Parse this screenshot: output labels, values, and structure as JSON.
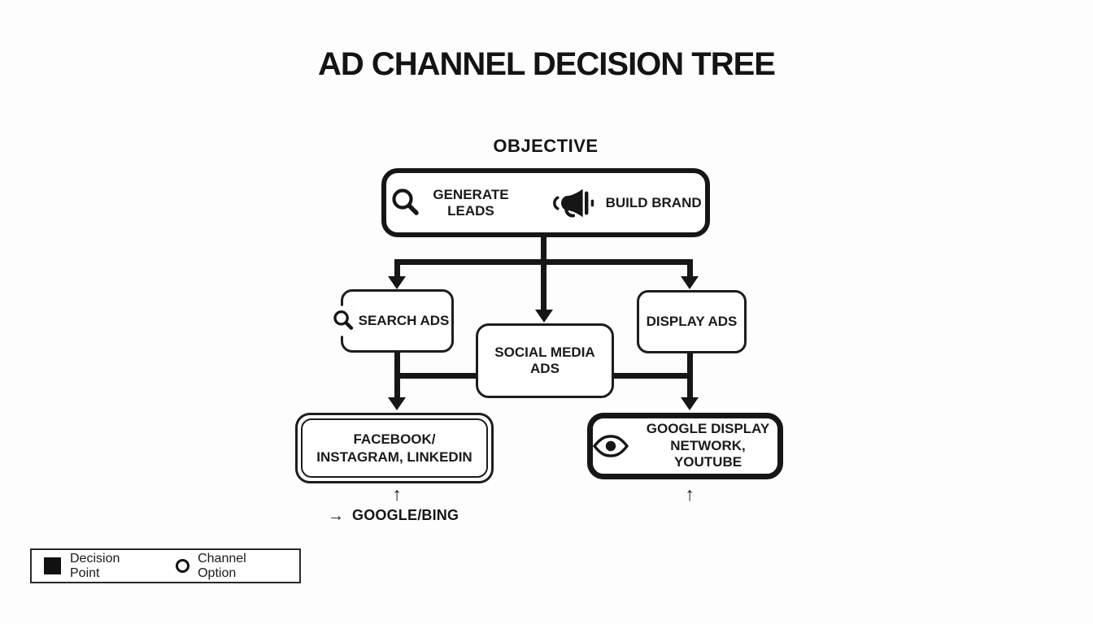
{
  "title": "AD CHANNEL DECISION TREE",
  "diagram": {
    "objective_label": "OBJECTIVE",
    "root_options": [
      {
        "icon": "search-icon",
        "text": "GENERATE\nLEADS"
      },
      {
        "icon": "megaphone-icon",
        "text": "BUILD BRAND"
      }
    ],
    "channels": [
      {
        "icon": "search-icon",
        "text": "SEARCH ADS"
      },
      {
        "text": "SOCIAL MEDIA\nADS"
      },
      {
        "text": "DISPLAY ADS"
      }
    ],
    "outcomes": [
      {
        "text": "FACEBOOK/\nINSTAGRAM, LINKEDIN"
      },
      {
        "icon": "eye-icon",
        "text": "GOOGLE DISPLAY\nNETWORK, YOUTUBE"
      }
    ],
    "annotation": {
      "arrow": "→",
      "text": "GOOGLE/BING"
    },
    "up_arrow": "↑"
  },
  "legend": {
    "items": [
      {
        "marker": "filled-square",
        "label": "Decision Point"
      },
      {
        "marker": "circle-outline",
        "label": "Channel Option"
      }
    ]
  },
  "colors": {
    "ink": "#161616",
    "background": "#fdfdfd"
  }
}
